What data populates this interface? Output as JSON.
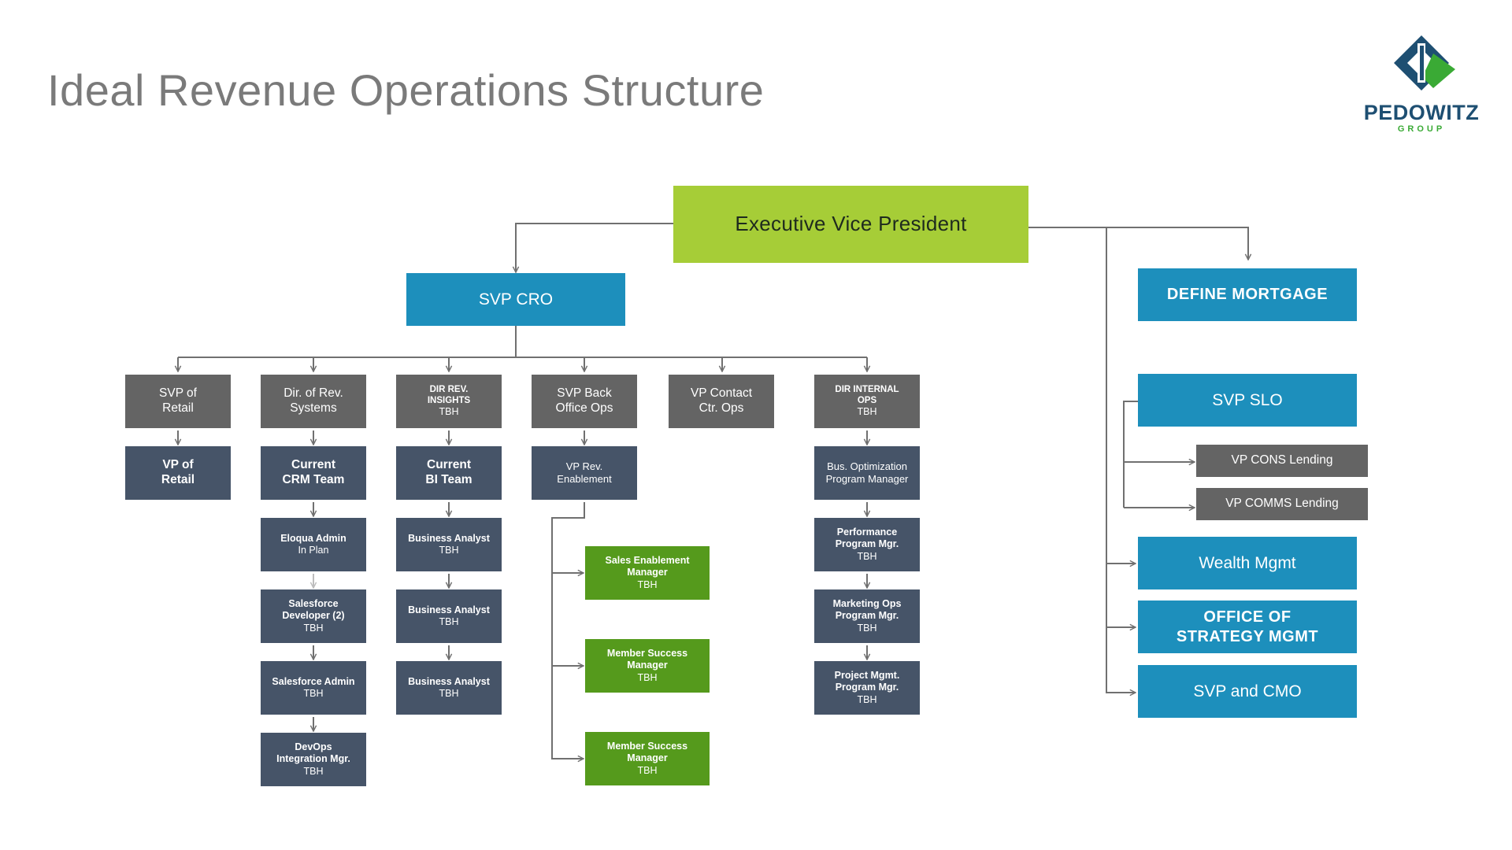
{
  "title": "Ideal Revenue Operations Structure",
  "logo": {
    "name": "PEDOWITZ",
    "sub": "GROUP"
  },
  "colors": {
    "exec": "#a6cd37",
    "teal": "#1d8fbc",
    "gray": "#646464",
    "navy": "#465468",
    "green": "#559a1c",
    "connector": "#707070"
  },
  "nodes": {
    "evp": "Executive Vice President",
    "svp_cro": "SVP CRO",
    "define_mortgage": "DEFINE MORTGAGE",
    "svp_slo": "SVP SLO",
    "vp_cons": "VP CONS Lending",
    "vp_comms": "VP COMMS Lending",
    "wealth": "Wealth Mgmt",
    "strategy": {
      "l1": "OFFICE OF",
      "l2": "STRATEGY MGMT"
    },
    "svp_cmo": "SVP and CMO",
    "svp_retail": {
      "l1": "SVP of",
      "l2": "Retail"
    },
    "dir_rev_sys": {
      "l1": "Dir. of Rev.",
      "l2": "Systems"
    },
    "dir_rev_insights": {
      "l1": "DIR REV.",
      "l2": "INSIGHTS",
      "sub": "TBH"
    },
    "svp_back_office": {
      "l1": "SVP Back",
      "l2": "Office Ops"
    },
    "vp_contact": {
      "l1": "VP Contact",
      "l2": "Ctr. Ops"
    },
    "dir_internal": {
      "l1": "DIR INTERNAL",
      "l2": "OPS",
      "sub": "TBH"
    },
    "vp_retail": {
      "l1": "VP of",
      "l2": "Retail"
    },
    "crm_team": {
      "l1": "Current",
      "l2": "CRM Team"
    },
    "bi_team": {
      "l1": "Current",
      "l2": "BI Team"
    },
    "vp_rev_enable": {
      "l1": "VP Rev.",
      "l2": "Enablement"
    },
    "bus_opt": {
      "l1": "Bus. Optimization",
      "l2": "Program Manager"
    },
    "eloqua": {
      "l1": "Eloqua Admin",
      "sub": "In Plan"
    },
    "sf_dev": {
      "l1": "Salesforce",
      "l2": "Developer (2)",
      "sub": "TBH"
    },
    "sf_admin": {
      "l1": "Salesforce Admin",
      "sub": "TBH"
    },
    "devops": {
      "l1": "DevOps",
      "l2": "Integration Mgr.",
      "sub": "TBH"
    },
    "ba1": {
      "l1": "Business Analyst",
      "sub": "TBH"
    },
    "ba2": {
      "l1": "Business Analyst",
      "sub": "TBH"
    },
    "ba3": {
      "l1": "Business Analyst",
      "sub": "TBH"
    },
    "sales_enable": {
      "l1": "Sales Enablement",
      "l2": "Manager",
      "sub": "TBH"
    },
    "member1": {
      "l1": "Member Success",
      "l2": "Manager",
      "sub": "TBH"
    },
    "member2": {
      "l1": "Member Success",
      "l2": "Manager",
      "sub": "TBH"
    },
    "perf_prog": {
      "l1": "Performance",
      "l2": "Program Mgr.",
      "sub": "TBH"
    },
    "mktg_ops": {
      "l1": "Marketing Ops",
      "l2": "Program Mgr.",
      "sub": "TBH"
    },
    "proj_mgmt": {
      "l1": "Project Mgmt.",
      "l2": "Program Mgr.",
      "sub": "TBH"
    }
  }
}
